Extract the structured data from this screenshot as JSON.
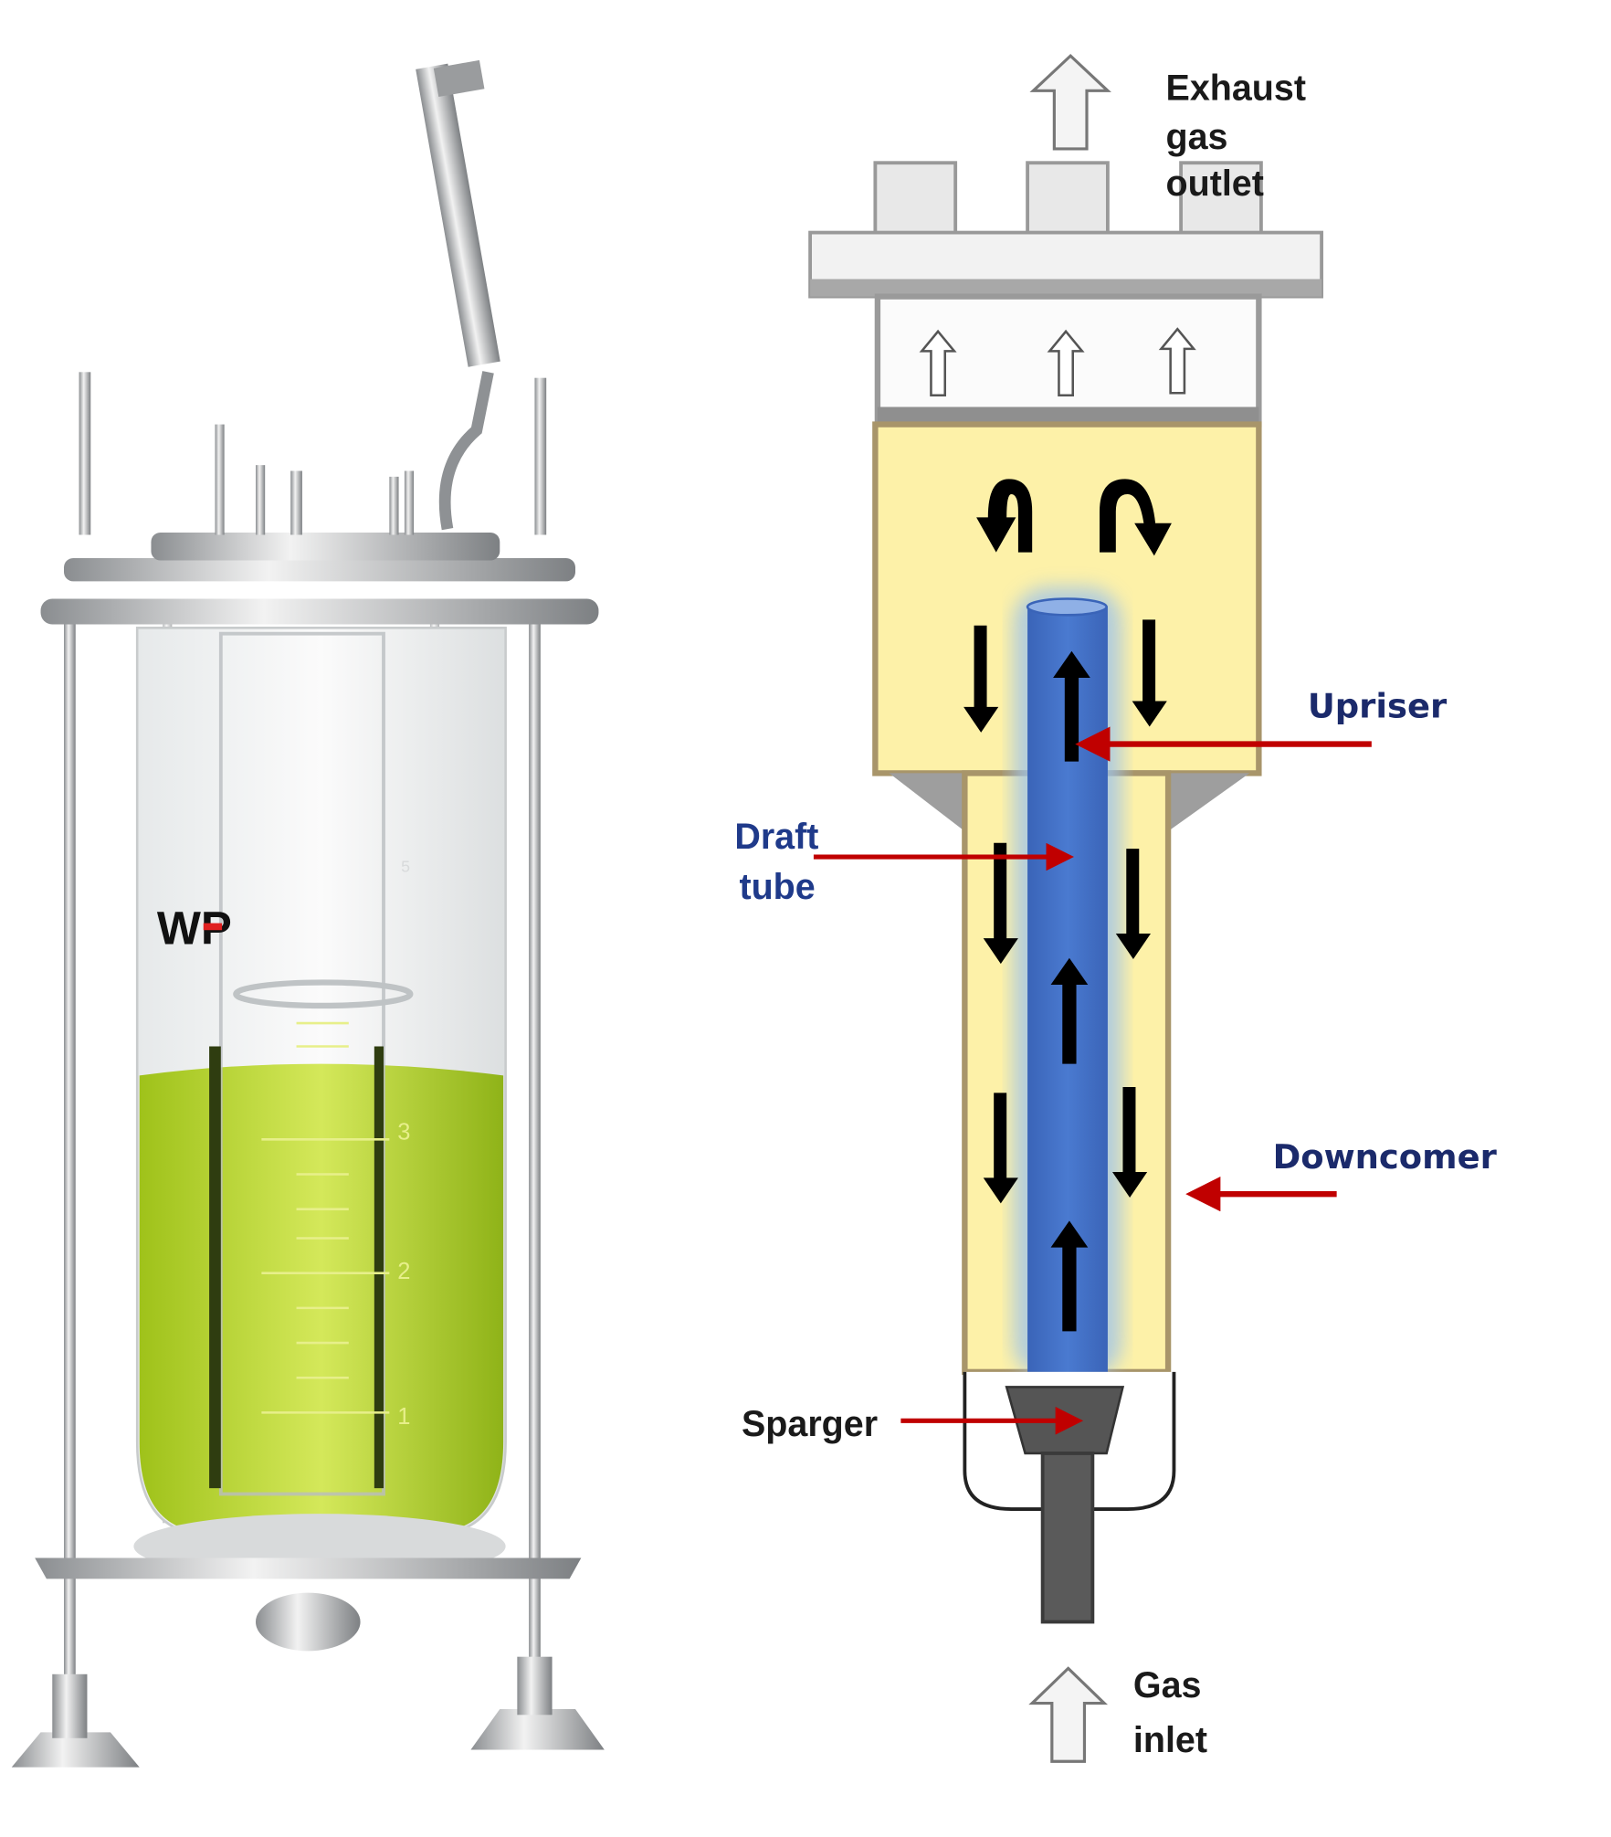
{
  "photo": {
    "logo_text": "WP",
    "scale_marks": [
      "1",
      "2",
      "3",
      "5"
    ]
  },
  "diagram": {
    "labels": {
      "exhaust_line1": "Exhaust",
      "exhaust_line2": "gas",
      "exhaust_line3": "outlet",
      "upriser": "Upriser",
      "draft_line1": "Draft",
      "draft_line2": "tube",
      "downcomer": "Downcomer",
      "sparger": "Sparger",
      "gas_line1": "Gas",
      "gas_line2": "inlet"
    },
    "colors": {
      "liquid": "#fdf1a8",
      "tube": "#4472c4",
      "pointer": "#c00000",
      "label_navy": "#1b2a6b"
    }
  }
}
